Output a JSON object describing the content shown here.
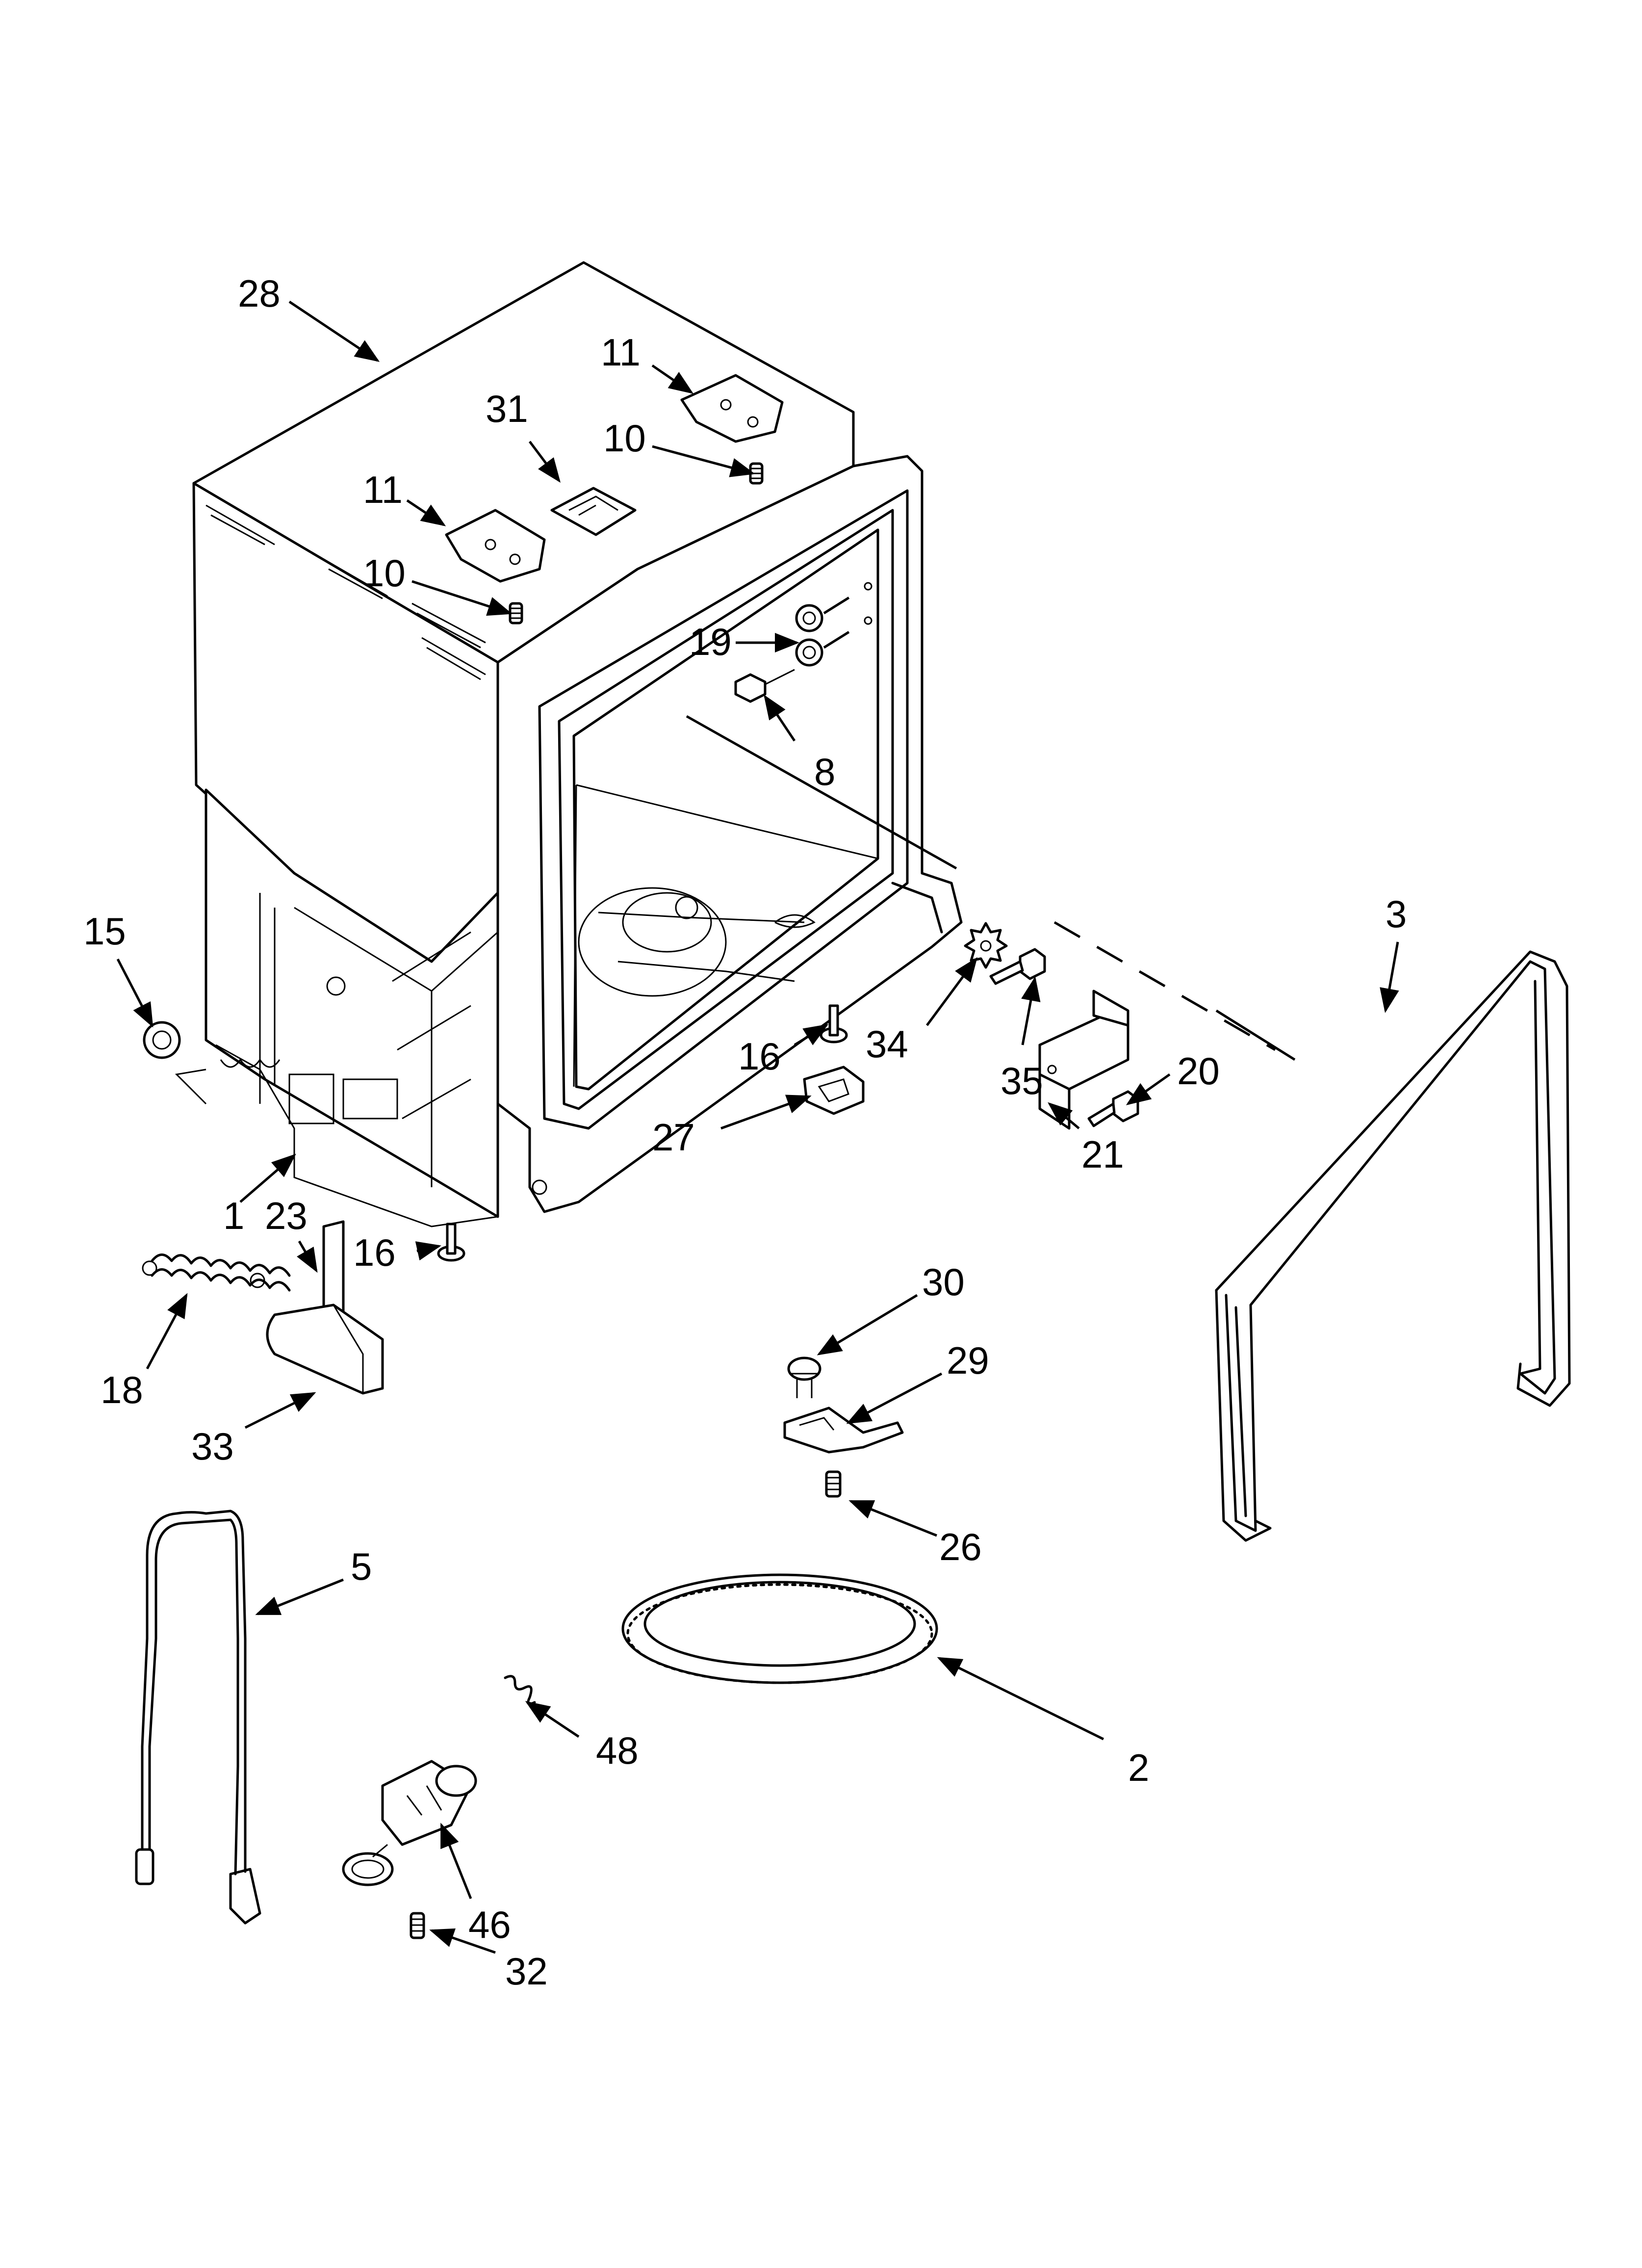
{
  "diagram": {
    "callouts": [
      {
        "id": "c28a",
        "text": "28"
      },
      {
        "id": "c11a",
        "text": "11"
      },
      {
        "id": "c31",
        "text": "31"
      },
      {
        "id": "c10a",
        "text": "10"
      },
      {
        "id": "c11b",
        "text": "11"
      },
      {
        "id": "c10b",
        "text": "10"
      },
      {
        "id": "c19",
        "text": "19"
      },
      {
        "id": "c8",
        "text": "8"
      },
      {
        "id": "c3",
        "text": "3"
      },
      {
        "id": "c15",
        "text": "15"
      },
      {
        "id": "c34",
        "text": "34"
      },
      {
        "id": "c16a",
        "text": "16"
      },
      {
        "id": "c20",
        "text": "20"
      },
      {
        "id": "c35",
        "text": "35"
      },
      {
        "id": "c21",
        "text": "21"
      },
      {
        "id": "c27",
        "text": "27"
      },
      {
        "id": "c1",
        "text": "1"
      },
      {
        "id": "c23",
        "text": "23"
      },
      {
        "id": "c16b",
        "text": "16"
      },
      {
        "id": "c30",
        "text": "30"
      },
      {
        "id": "c18",
        "text": "18"
      },
      {
        "id": "c29",
        "text": "29"
      },
      {
        "id": "c33",
        "text": "33"
      },
      {
        "id": "c26",
        "text": "26"
      },
      {
        "id": "c5",
        "text": "5"
      },
      {
        "id": "c48",
        "text": "48"
      },
      {
        "id": "c2",
        "text": "2"
      },
      {
        "id": "c46",
        "text": "46"
      },
      {
        "id": "c32",
        "text": "32"
      }
    ]
  }
}
